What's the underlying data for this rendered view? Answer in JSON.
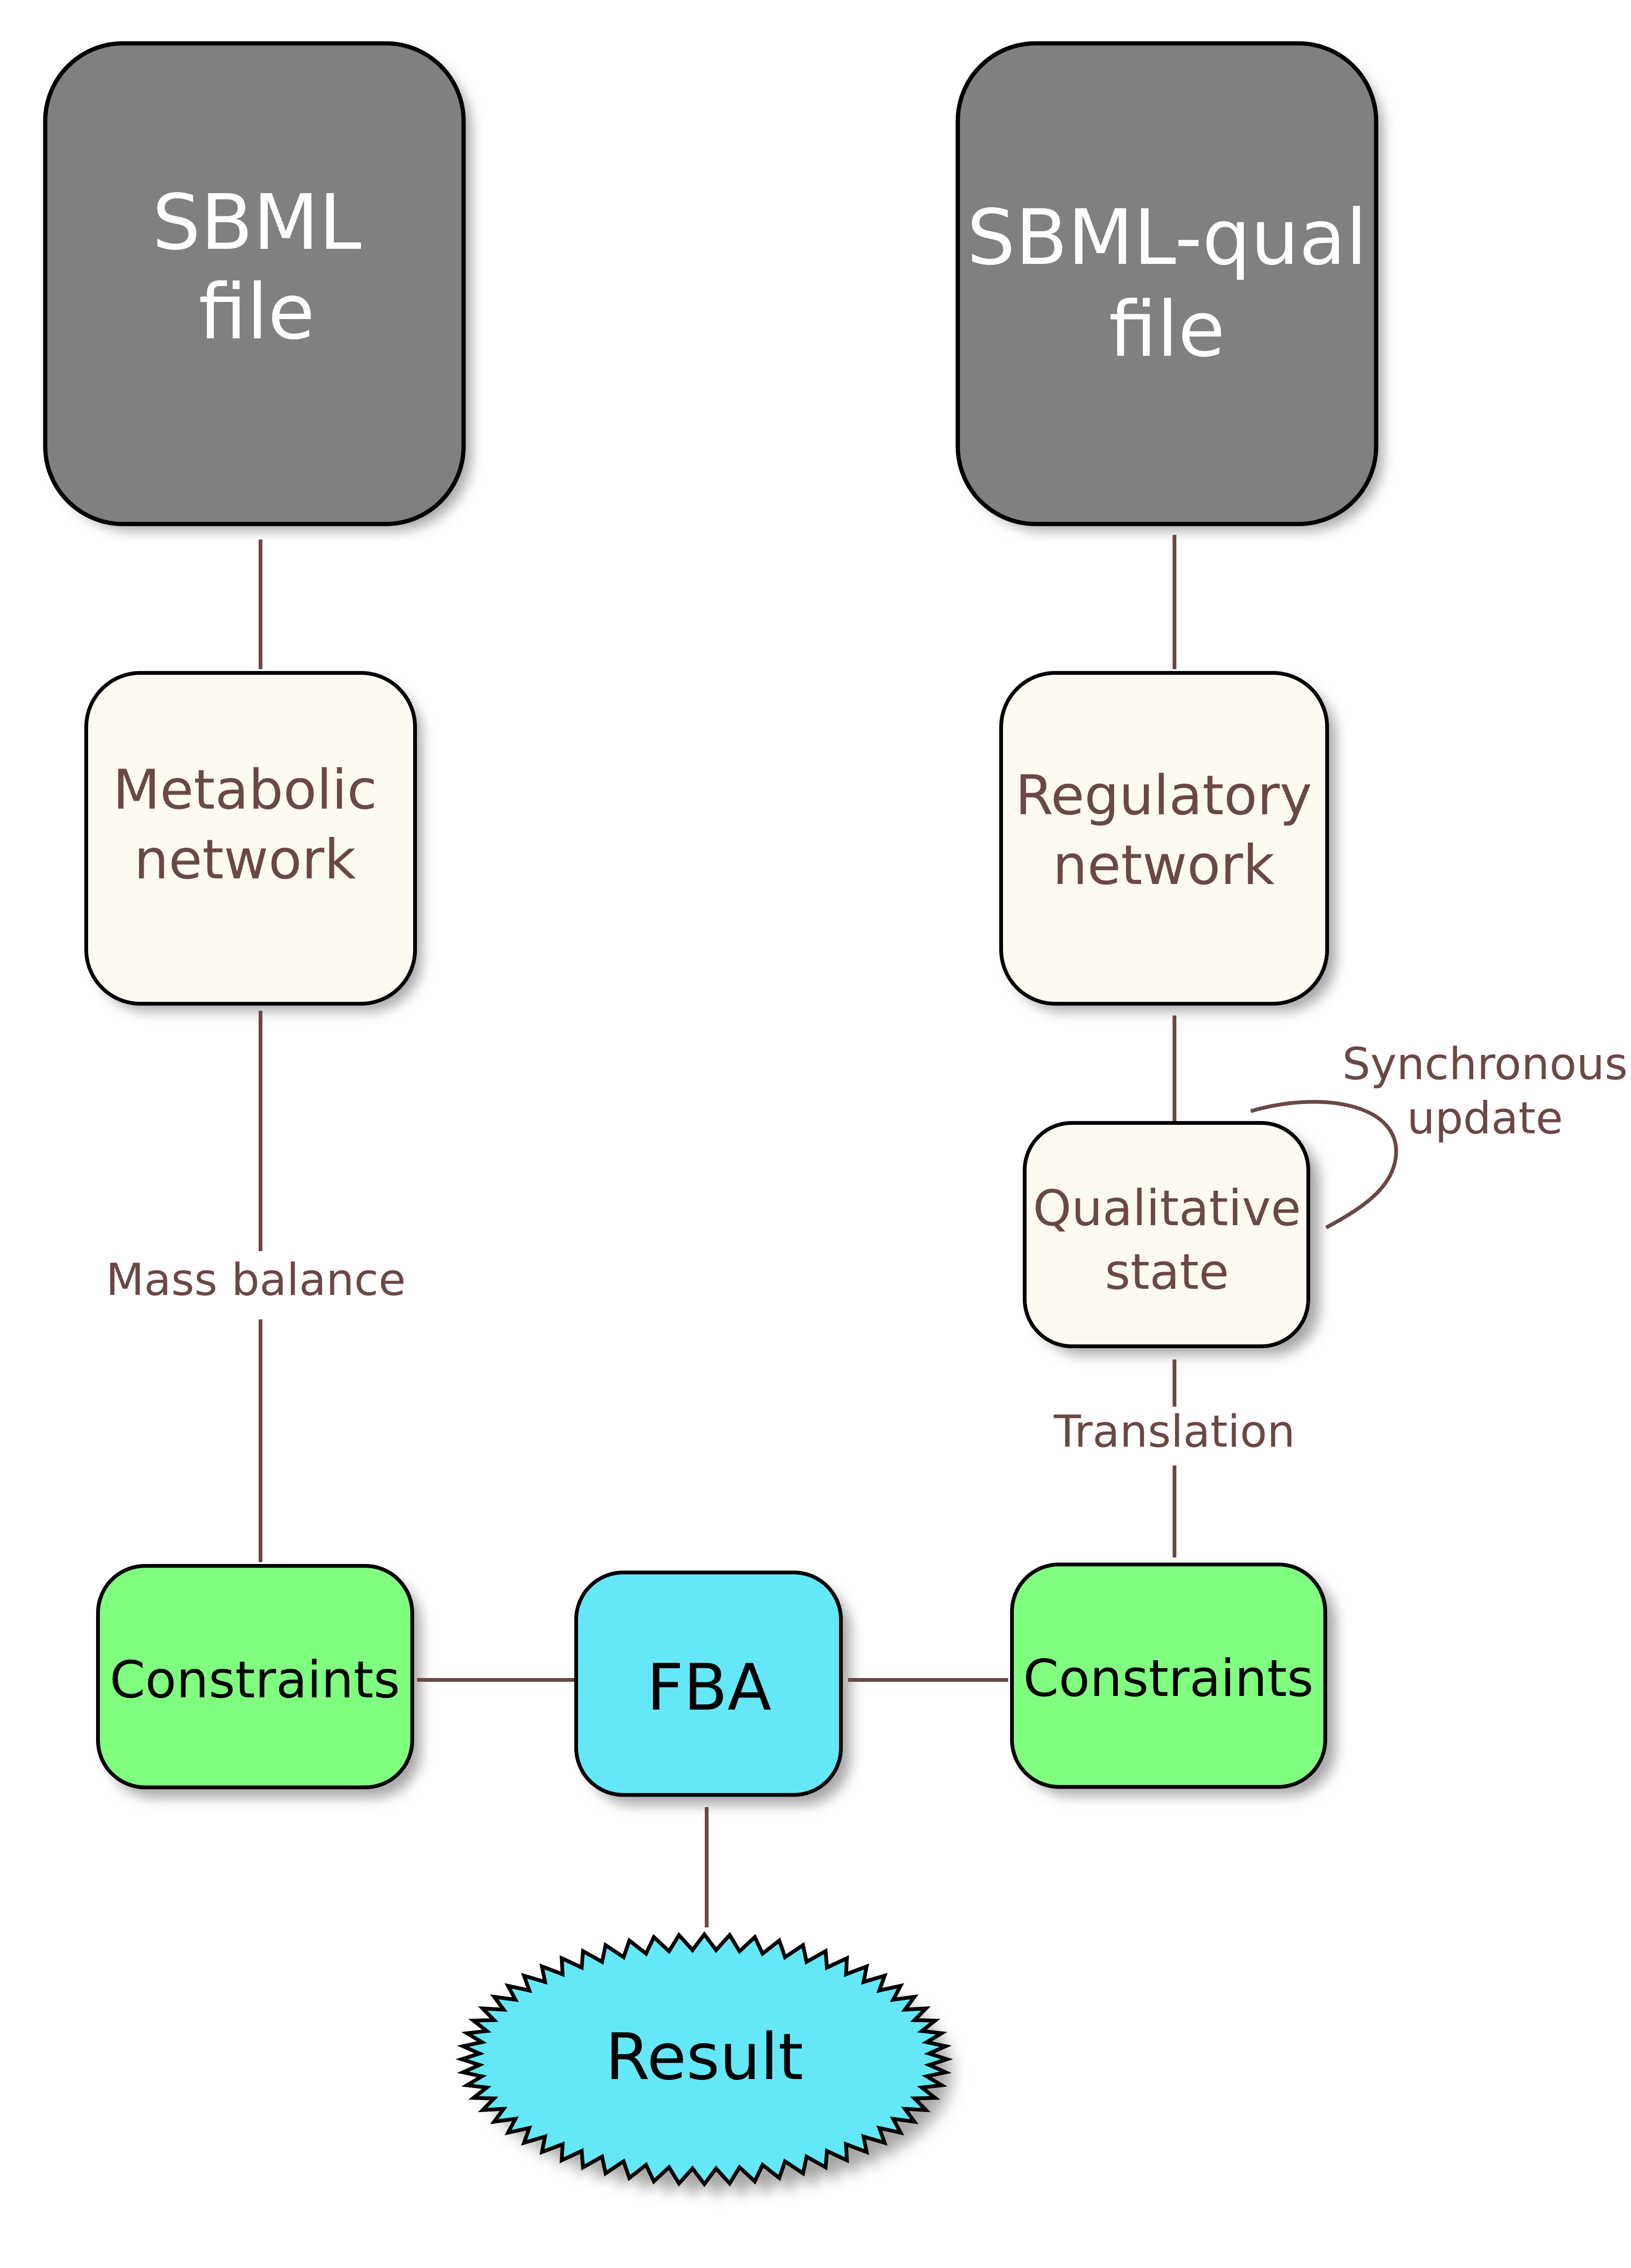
{
  "nodes": {
    "sbml_file": {
      "lines": [
        "SBML",
        "file"
      ]
    },
    "sbml_qual_file": {
      "lines": [
        "SBML-qual",
        "file"
      ]
    },
    "metabolic_network": {
      "lines": [
        "Metabolic",
        "network"
      ]
    },
    "regulatory_network": {
      "lines": [
        "Regulatory",
        "network"
      ]
    },
    "qualitative_state": {
      "lines": [
        "Qualitative",
        "state"
      ]
    },
    "constraints_left": {
      "label": "Constraints"
    },
    "constraints_right": {
      "label": "Constraints"
    },
    "fba": {
      "label": "FBA"
    },
    "result": {
      "label": "Result"
    }
  },
  "edges": {
    "mass_balance": "Mass balance",
    "translation": "Translation",
    "synchronous_update": [
      "Synchronous",
      "update"
    ]
  },
  "colors": {
    "file_fill": "#808080",
    "network_fill": "#fcfaf1",
    "network_text": "#6b4746",
    "constraint_fill": "#80fe80",
    "fba_fill": "#64e8f8",
    "arrow": "#6b4746",
    "file_text": "#ffffff"
  }
}
